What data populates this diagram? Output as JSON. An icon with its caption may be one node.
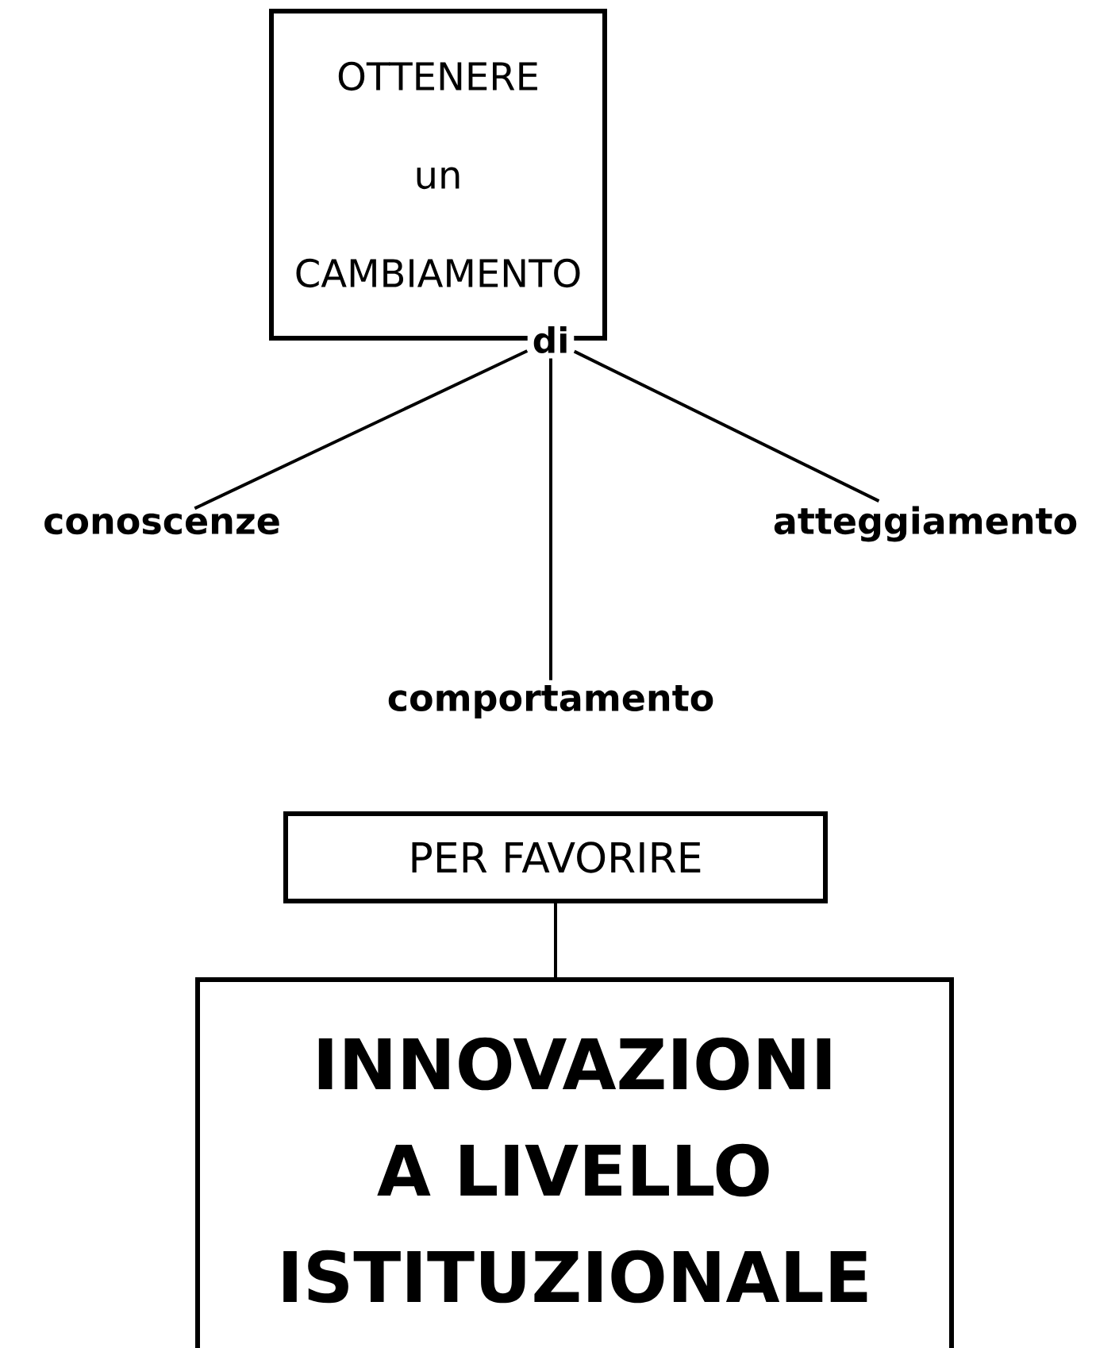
{
  "diagram": {
    "nodes": [
      {
        "text": [
          "OTTENERE un CAMBIAMENTO"
        ]
      },
      {
        "text": [
          "di"
        ]
      },
      {
        "text": [
          "conoscenze"
        ]
      },
      {
        "text": [
          "atteggiamento"
        ]
      },
      {
        "text": [
          "comportamento"
        ]
      },
      {
        "text": [
          "PER FAVORIRE"
        ]
      },
      {
        "text": [
          "INNOVAZIONI A LIVELLO ISTITUZIONALE"
        ]
      }
    ],
    "edges": [
      {
        "from": 1,
        "to": 2,
        "arrow": "none"
      },
      {
        "from": 1,
        "to": 3,
        "arrow": "none"
      },
      {
        "from": 1,
        "to": 4,
        "arrow": "none"
      },
      {
        "from": 5,
        "to": 6,
        "arrow": "none"
      }
    ]
  }
}
